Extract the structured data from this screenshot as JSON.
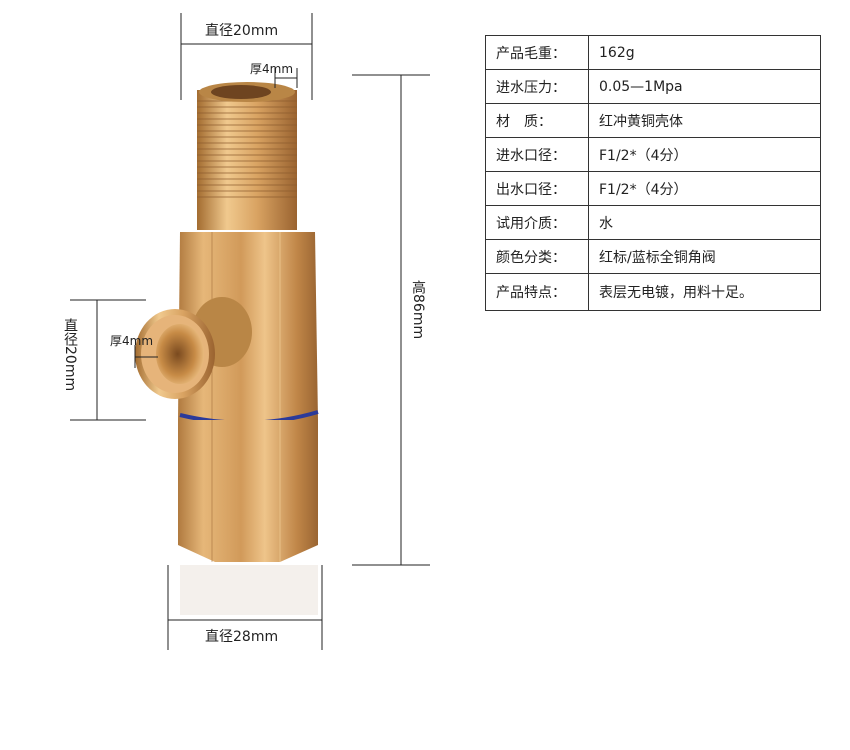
{
  "dimensions": {
    "top_diameter": "直径20mm",
    "top_thickness": "厚4mm",
    "height": "高86mm",
    "side_diameter": "直径20mm",
    "side_thickness": "厚4mm",
    "bottom_diameter": "直径28mm"
  },
  "specs": [
    {
      "label": "产品毛重：",
      "value": "162g"
    },
    {
      "label": "进水压力：",
      "value": "0.05—1Mpa"
    },
    {
      "label": "材　质：",
      "value": "红冲黄铜壳体"
    },
    {
      "label": "进水口径：",
      "value": "F1/2*（4分）"
    },
    {
      "label": "出水口径：",
      "value": "F1/2*（4分）"
    },
    {
      "label": "试用介质：",
      "value": "水"
    },
    {
      "label": "颜色分类：",
      "value": "红标/蓝标全铜角阀"
    },
    {
      "label": "产品特点：",
      "value": "表层无电镀，用料十足。"
    }
  ],
  "colors": {
    "brass_light": "#e8b979",
    "brass_mid": "#c9914f",
    "brass_dark": "#8a5a2b",
    "ring_blue": "#2b3a9a"
  }
}
